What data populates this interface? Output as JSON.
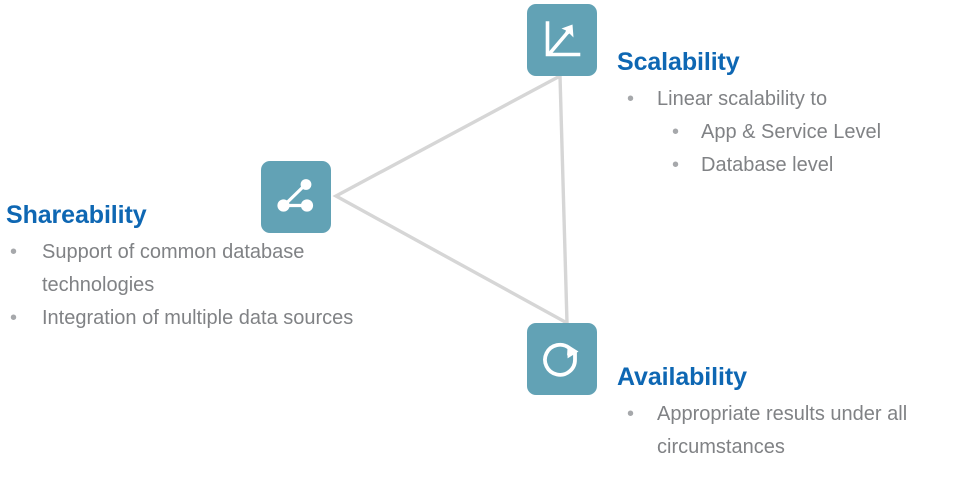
{
  "diagram": {
    "type": "triangle-relationship",
    "accent_color": "#0E67B3",
    "tile_color": "#62A2B5",
    "body_text_color": "#808285",
    "connector_color": "#D6D6D6",
    "bullet_glyph": "•",
    "nodes": [
      {
        "id": "scalability",
        "icon_name": "growth-chart-arrow-icon",
        "title": "Scalability",
        "bullets": [
          {
            "level": 1,
            "text": "Linear scalability to"
          },
          {
            "level": 2,
            "text": "App & Service Level"
          },
          {
            "level": 2,
            "text": "Database level"
          }
        ]
      },
      {
        "id": "shareability",
        "icon_name": "share-network-icon",
        "title": "Shareability",
        "bullets": [
          {
            "level": 1,
            "text": "Support of common database technologies"
          },
          {
            "level": 1,
            "text": "Integration of multiple data sources"
          }
        ]
      },
      {
        "id": "availability",
        "icon_name": "refresh-circular-arrow-icon",
        "title": "Availability",
        "bullets": [
          {
            "level": 1,
            "text": "Appropriate results under all circumstances"
          }
        ]
      }
    ]
  }
}
